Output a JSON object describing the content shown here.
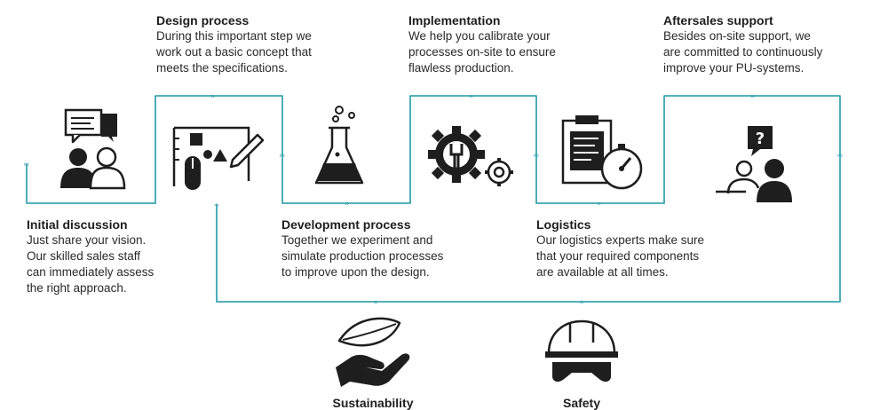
{
  "steps": [
    {
      "title": "Initial discussion",
      "lines": [
        "Just share your vision.",
        "Our skilled sales staff",
        "can immediately assess",
        "the right approach."
      ]
    },
    {
      "title": "Design process",
      "lines": [
        "During this important step we",
        "work out a basic concept that",
        "meets the specifications."
      ]
    },
    {
      "title": "Development process",
      "lines": [
        "Together we experiment and",
        "simulate production processes",
        "to improve upon the design."
      ]
    },
    {
      "title": "Implementation",
      "lines": [
        "We help you calibrate your",
        "processes on-site to ensure",
        "flawless production."
      ]
    },
    {
      "title": "Logistics",
      "lines": [
        "Our logistics experts make sure",
        "that your required components",
        "are available at all times."
      ]
    },
    {
      "title": "Aftersales support",
      "lines": [
        "Besides on-site support, we",
        "are committed to continuously",
        "improve your PU-systems."
      ]
    }
  ],
  "values": [
    {
      "label": "Sustainability"
    },
    {
      "label": "Safety"
    }
  ],
  "colors": {
    "line": "#3aa6b0",
    "icon": "#1e1e1e"
  },
  "icons": [
    "chat-people-icon",
    "design-board-icon",
    "flask-icon",
    "gears-wrench-icon",
    "clipboard-stopwatch-icon",
    "support-question-icon",
    "leaf-hand-icon",
    "hardhat-goggles-icon"
  ]
}
